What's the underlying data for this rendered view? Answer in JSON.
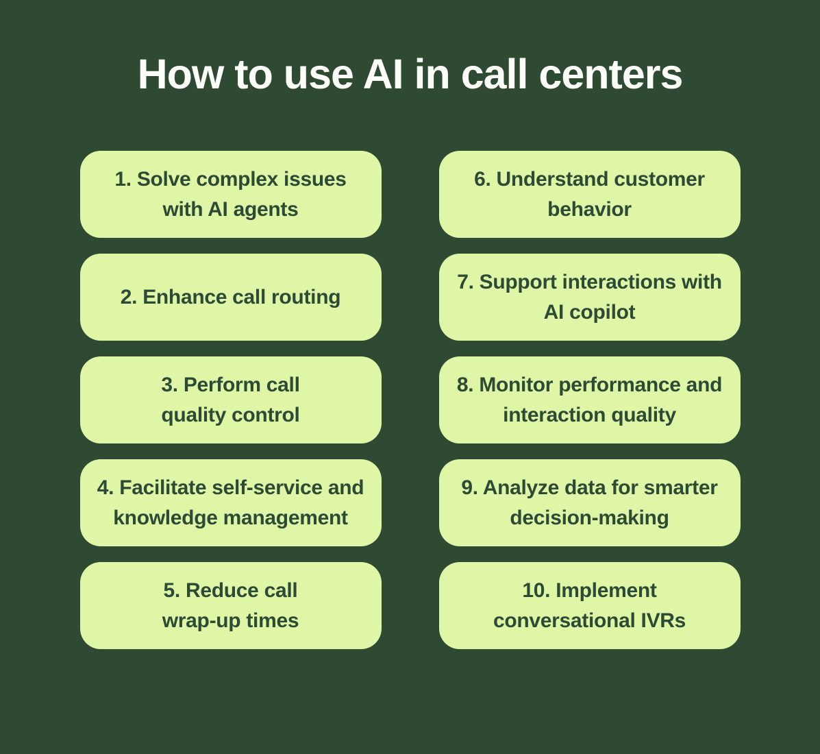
{
  "colors": {
    "background": "#2E4A33",
    "card_background": "#DFF6A7",
    "card_text": "#2C4A34",
    "title_text": "#FDFDFA"
  },
  "title": "How to use AI in call centers",
  "cards": [
    {
      "lines": [
        "1. Solve complex issues",
        "with AI agents"
      ]
    },
    {
      "lines": [
        "2. Enhance call routing"
      ]
    },
    {
      "lines": [
        "3. Perform call",
        "quality control"
      ]
    },
    {
      "lines": [
        "4. Facilitate self-service and",
        "knowledge management"
      ]
    },
    {
      "lines": [
        "5. Reduce call",
        "wrap-up times"
      ]
    },
    {
      "lines": [
        "6. Understand customer",
        "behavior"
      ]
    },
    {
      "lines": [
        "7. Support interactions with",
        "AI copilot"
      ]
    },
    {
      "lines": [
        "8. Monitor performance and",
        "interaction quality"
      ]
    },
    {
      "lines": [
        "9. Analyze data for smarter",
        "decision-making"
      ]
    },
    {
      "lines": [
        "10. Implement",
        "conversational IVRs"
      ]
    }
  ]
}
